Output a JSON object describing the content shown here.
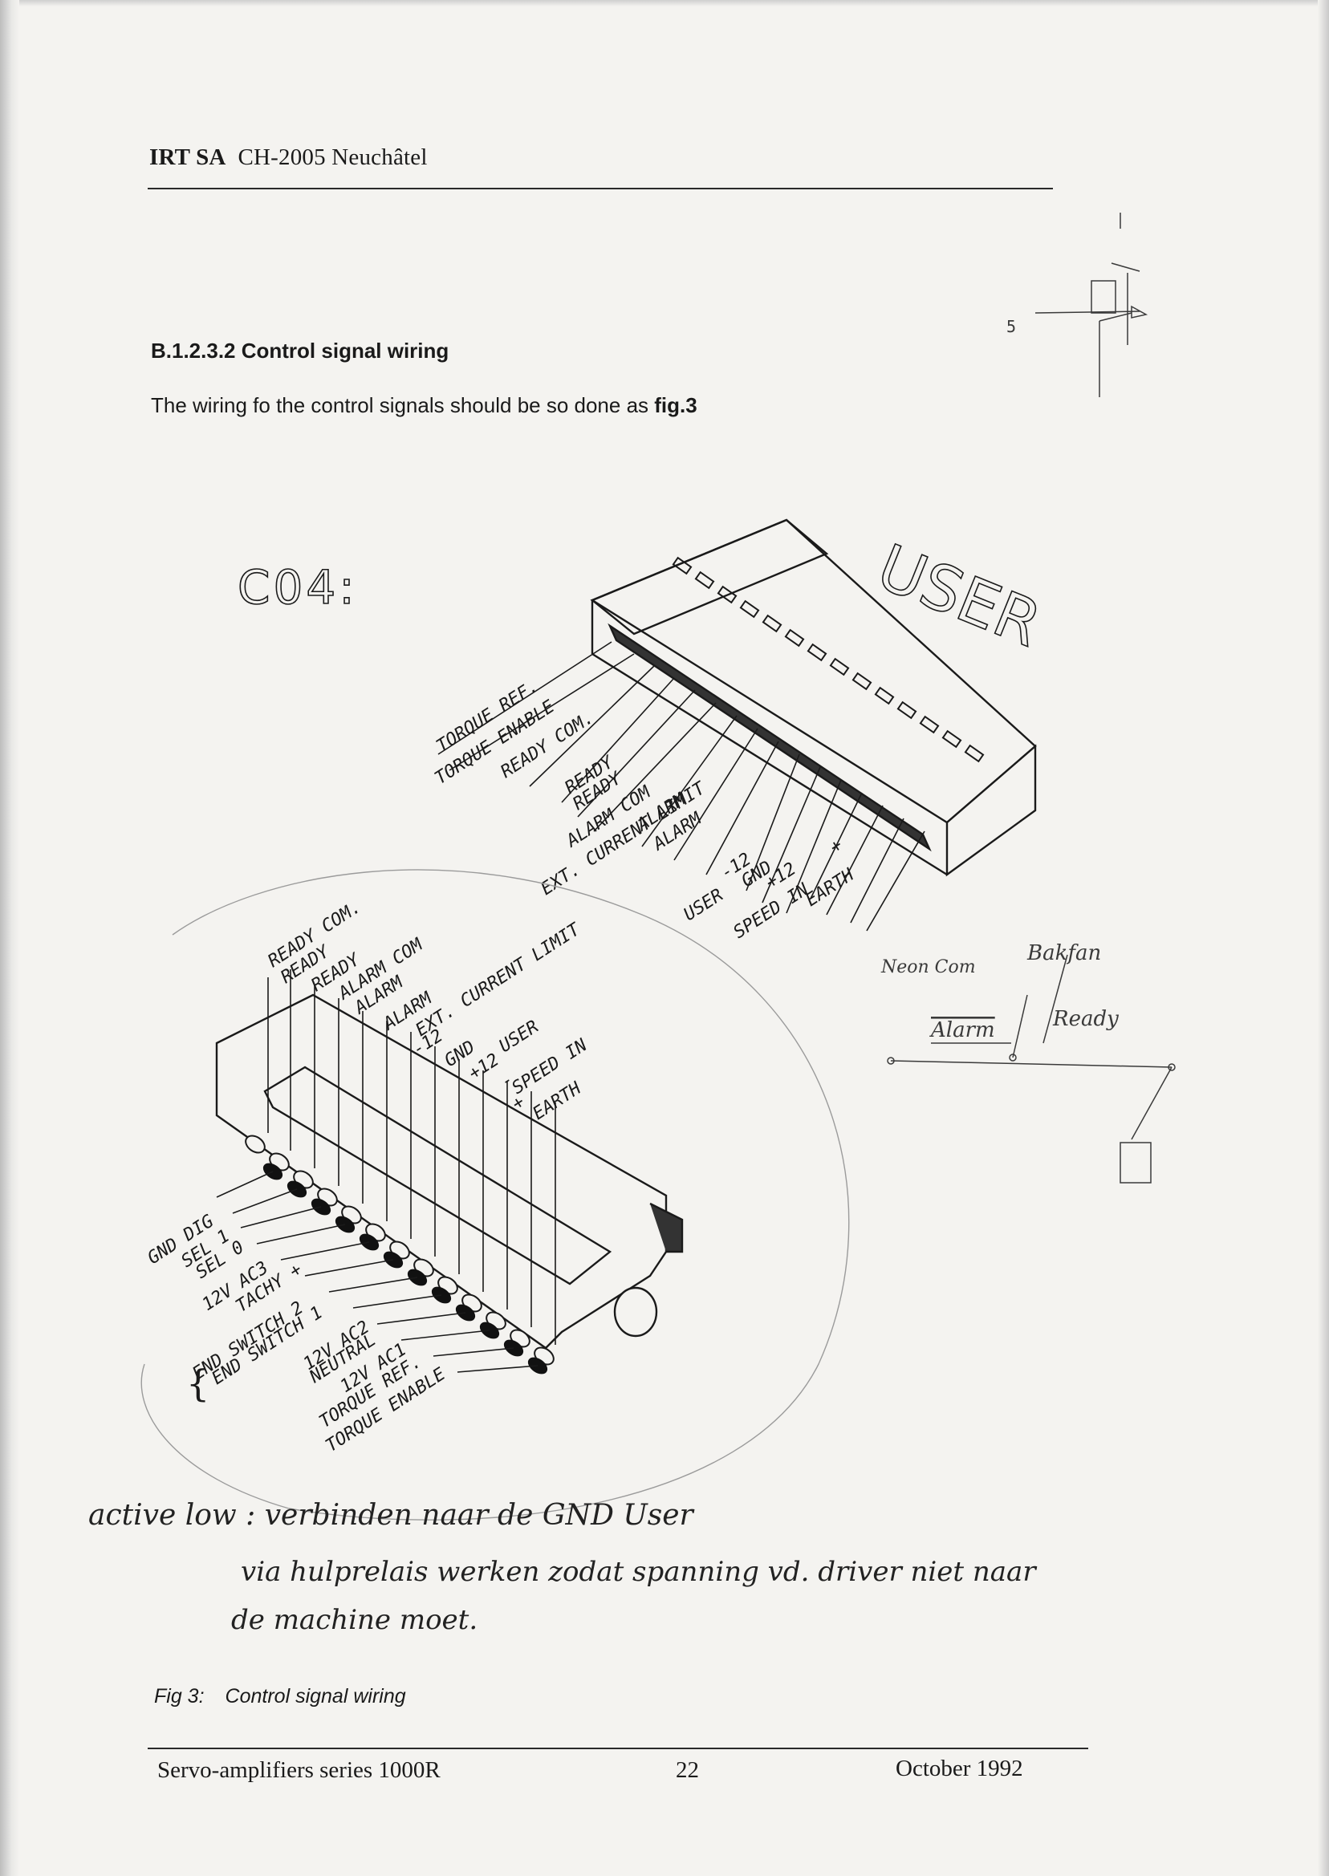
{
  "header": {
    "company": "IRT SA",
    "location": "CH-2005 Neuchâtel"
  },
  "section": {
    "heading": "B.1.2.3.2 Control signal wiring",
    "intro_text": "The wiring fo the control signals should be so done as ",
    "intro_ref": "fig.3"
  },
  "figure": {
    "connector_id": "C04:",
    "user_label": "USER",
    "upper_labels": [
      "TORQUE REF.",
      "TORQUE ENABLE",
      "READY COM.",
      "READY",
      "READY",
      "ALARM COM",
      "ALARM",
      "ALARM",
      "EXT. CURRENT LIMIT",
      "-12",
      "GND",
      "+12",
      "USER",
      "SPEED IN",
      "+",
      "EARTH"
    ],
    "dsub_top_labels": [
      "READY COM.",
      "READY",
      "READY",
      "ALARM COM",
      "ALARM",
      "ALARM",
      "EXT. CURRENT LIMIT",
      "-12",
      "GND",
      "USER",
      "+12",
      "-",
      "SPEED IN",
      "+",
      "EARTH"
    ],
    "dsub_bottom_labels": [
      "GND DIG",
      "SEL 1",
      "SEL 0",
      "12V AC3",
      "TACHY +",
      "END SWITCH 2",
      "END SWITCH 1",
      "12V AC2",
      "NEUTRAL",
      "12V AC1",
      "TORQUE REF.",
      "TORQUE ENABLE"
    ],
    "handwritten_right": [
      "Neon Com",
      "Bakfan",
      "Alarm",
      "Ready"
    ]
  },
  "handwritten_notes": {
    "line1": "active low : verbinden naar de GND User",
    "line2": "via hulprelais werken zodat spanning vd. driver niet naar",
    "line3": "de machine moet."
  },
  "caption": {
    "label": "Fig 3:",
    "text": "Control signal wiring"
  },
  "footer": {
    "title": "Servo-amplifiers   series 1000R",
    "page": "22",
    "date": "October 1992"
  }
}
